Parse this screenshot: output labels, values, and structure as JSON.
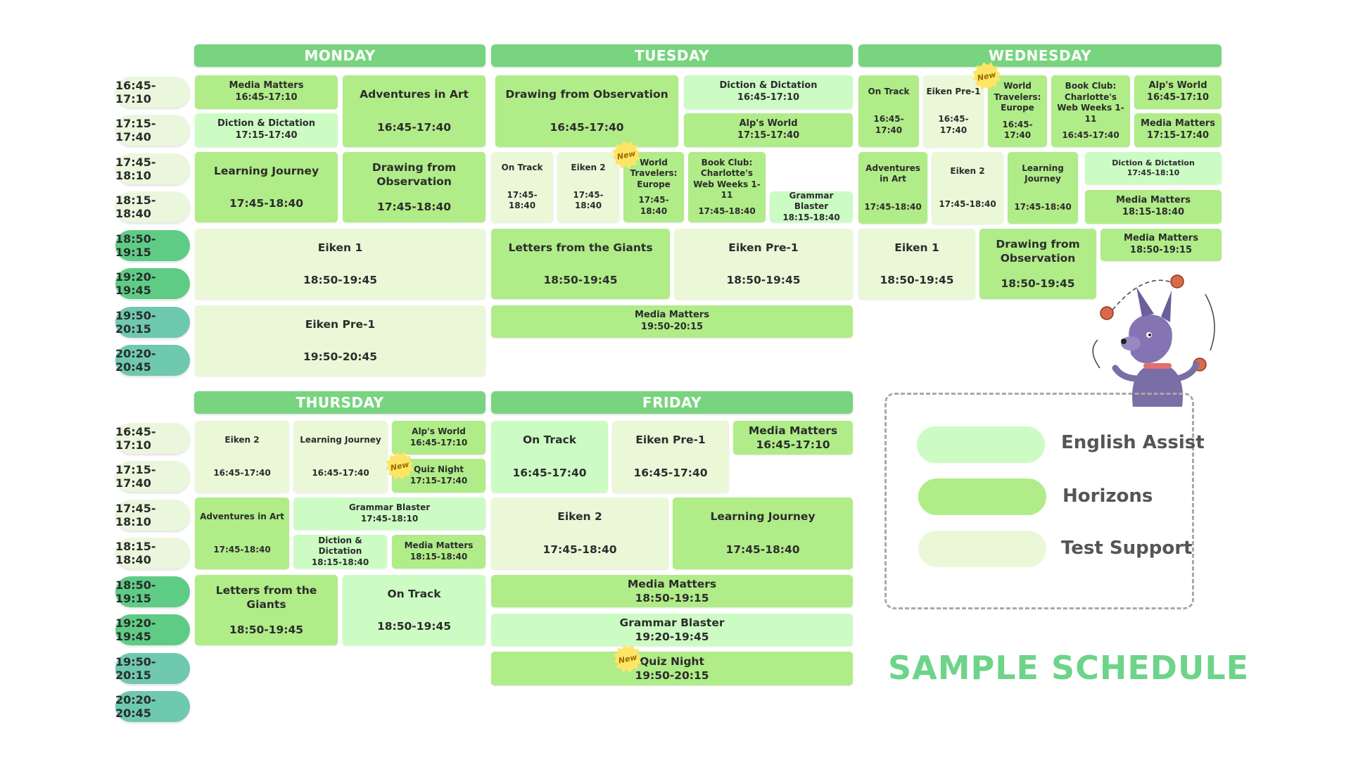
{
  "days": {
    "monday": "MONDAY",
    "tuesday": "TUESDAY",
    "wednesday": "WEDNESDAY",
    "thursday": "THURSDAY",
    "friday": "FRIDAY"
  },
  "times": [
    "16:45-17:10",
    "17:15-17:40",
    "17:45-18:10",
    "18:15-18:40",
    "18:50-19:15",
    "19:20-19:45",
    "19:50-20:15",
    "20:20-20:45"
  ],
  "new_badge": "New",
  "colors": {
    "english_assist": "#ccfcc4",
    "horizons": "#b0ec88",
    "test_support": "#eaf8d8",
    "day_header": "#78d47f",
    "title": "#6dd489"
  },
  "legend": {
    "english_assist": "English Assist",
    "horizons": "Horizons",
    "test_support": "Test Support"
  },
  "title": "SAMPLE SCHEDULE",
  "monday": [
    {
      "title": "Media Matters",
      "time": "16:45-17:10"
    },
    {
      "title": "Diction & Dictation",
      "time": "17:15-17:40"
    },
    {
      "title": "Adventures in Art",
      "time": "16:45-17:40"
    },
    {
      "title": "Learning Journey",
      "time": "17:45-18:40"
    },
    {
      "title": "Drawing from Observation",
      "time": "17:45-18:40"
    },
    {
      "title": "Eiken 1",
      "time": "18:50-19:45"
    },
    {
      "title": "Eiken Pre-1",
      "time": "19:50-20:45"
    }
  ],
  "tuesday": [
    {
      "title": "Drawing from Observation",
      "time": "16:45-17:40"
    },
    {
      "title": "Diction & Dictation",
      "time": "16:45-17:10"
    },
    {
      "title": "Alp's World",
      "time": "17:15-17:40"
    },
    {
      "title": "On Track",
      "time": "17:45-18:40"
    },
    {
      "title": "Eiken 2",
      "time": "17:45-18:40"
    },
    {
      "title": "World Travelers: Europe",
      "time": "17:45-18:40"
    },
    {
      "title": "Book Club: Charlotte's Web Weeks 1-11",
      "time": "17:45-18:40"
    },
    {
      "title": "Grammar Blaster",
      "time": "18:15-18:40"
    },
    {
      "title": "Letters from the Giants",
      "time": "18:50-19:45"
    },
    {
      "title": "Eiken Pre-1",
      "time": "18:50-19:45"
    },
    {
      "title": "Media Matters",
      "time": "19:50-20:15"
    }
  ],
  "wednesday": [
    {
      "title": "On Track",
      "time": "16:45-17:40"
    },
    {
      "title": "Eiken Pre-1",
      "time": "16:45-17:40"
    },
    {
      "title": "World Travelers: Europe",
      "time": "16:45-17:40"
    },
    {
      "title": "Book Club: Charlotte's Web Weeks 1-11",
      "time": "16:45-17:40"
    },
    {
      "title": "Alp's World",
      "time": "16:45-17:10"
    },
    {
      "title": "Media Matters",
      "time": "17:15-17:40"
    },
    {
      "title": "Adventures in Art",
      "time": "17:45-18:40"
    },
    {
      "title": "Eiken 2",
      "time": "17:45-18:40"
    },
    {
      "title": "Learning Journey",
      "time": "17:45-18:40"
    },
    {
      "title": "Diction & Dictation",
      "time": "17:45-18:10"
    },
    {
      "title": "Media Matters",
      "time": "18:15-18:40"
    },
    {
      "title": "Eiken 1",
      "time": "18:50-19:45"
    },
    {
      "title": "Drawing from Observation",
      "time": "18:50-19:45"
    },
    {
      "title": "Media Matters",
      "time": "18:50-19:15"
    }
  ],
  "thursday": [
    {
      "title": "Eiken 2",
      "time": "16:45-17:40"
    },
    {
      "title": "Learning Journey",
      "time": "16:45-17:40"
    },
    {
      "title": "Alp's World",
      "time": "16:45-17:10"
    },
    {
      "title": "Quiz Night",
      "time": "17:15-17:40"
    },
    {
      "title": "Adventures in Art",
      "time": "17:45-18:40"
    },
    {
      "title": "Grammar Blaster",
      "time": "17:45-18:10"
    },
    {
      "title": "Diction & Dictation",
      "time": "18:15-18:40"
    },
    {
      "title": "Media Matters",
      "time": "18:15-18:40"
    },
    {
      "title": "Letters from the Giants",
      "time": "18:50-19:45"
    },
    {
      "title": "On Track",
      "time": "18:50-19:45"
    }
  ],
  "friday": [
    {
      "title": "On Track",
      "time": "16:45-17:40"
    },
    {
      "title": "Eiken Pre-1",
      "time": "16:45-17:40"
    },
    {
      "title": "Media Matters",
      "time": "16:45-17:10"
    },
    {
      "title": "Eiken 2",
      "time": "17:45-18:40"
    },
    {
      "title": "Learning Journey",
      "time": "17:45-18:40"
    },
    {
      "title": "Media Matters",
      "time": "18:50-19:15"
    },
    {
      "title": "Grammar Blaster",
      "time": "19:20-19:45"
    },
    {
      "title": "Quiz Night",
      "time": "19:50-20:15"
    }
  ]
}
